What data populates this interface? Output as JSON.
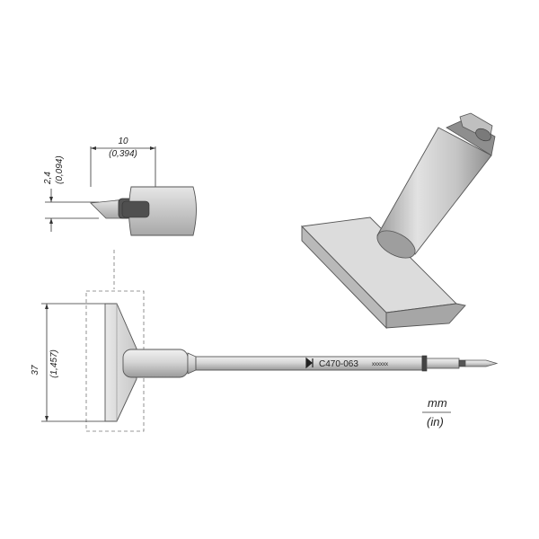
{
  "dimensions": {
    "top_width_mm": "10",
    "top_width_in": "(0,394)",
    "top_thickness_mm": "2,4",
    "top_thickness_in": "(0,094)",
    "length_mm": "37",
    "length_in": "(1,457)"
  },
  "part_label": "C470-063",
  "serial_label": "xxxxxx",
  "units": {
    "primary": "mm",
    "secondary": "(in)"
  }
}
